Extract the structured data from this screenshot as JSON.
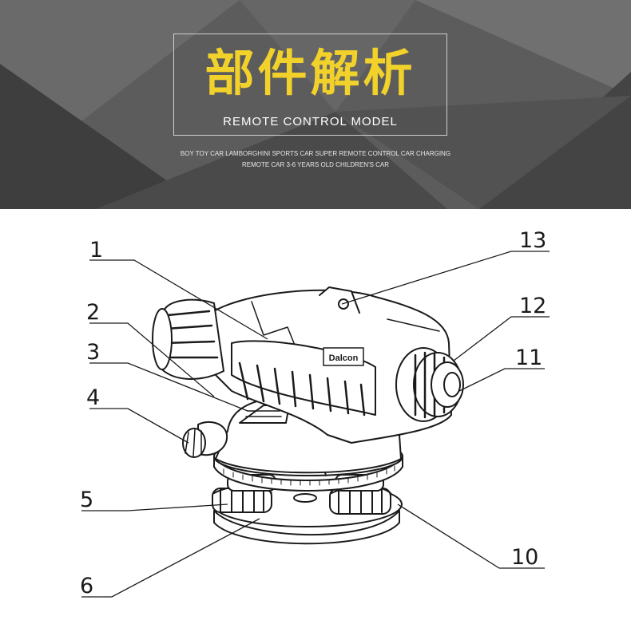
{
  "banner": {
    "title": "部件解析",
    "subtitle": "REMOTE CONTROL MODEL",
    "description_line1": "BOY TOY CAR LAMBORGHINI SPORTS CAR SUPER REMOTE CONTROL CAR CHARGING",
    "description_line2": "REMOTE CAR 3-6 YEARS OLD CHILDREN'S CAR"
  },
  "diagram": {
    "brand_label": "Dalcon",
    "callouts": {
      "c1": "1",
      "c2": "2",
      "c3": "3",
      "c4": "4",
      "c5": "5",
      "c6": "6",
      "c10": "10",
      "c11": "11",
      "c12": "12",
      "c13": "13"
    }
  },
  "colors": {
    "accent_yellow": "#f2d22a",
    "banner_dark": "#4e4e4e",
    "line": "#1a1a1a"
  }
}
